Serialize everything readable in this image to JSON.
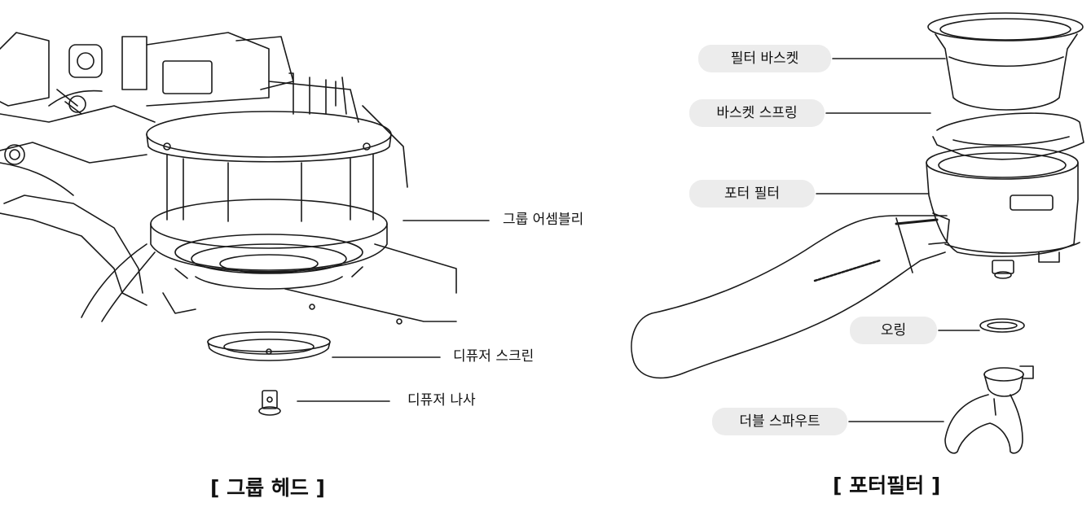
{
  "group_head": {
    "caption": "[ 그룹 헤드 ]",
    "labels": {
      "group_assembly": "그룹 어셈블리",
      "diffuser_screen": "디퓨저 스크린",
      "diffuser_screw": "디퓨저 나사"
    }
  },
  "portafilter": {
    "caption": "[ 포터필터 ]",
    "labels": {
      "filter_basket": "필터 바스켓",
      "basket_spring": "바스켓 스프링",
      "porta_filter": "포터 필터",
      "o_ring": "오링",
      "double_spout": "더블 스파우트"
    }
  }
}
